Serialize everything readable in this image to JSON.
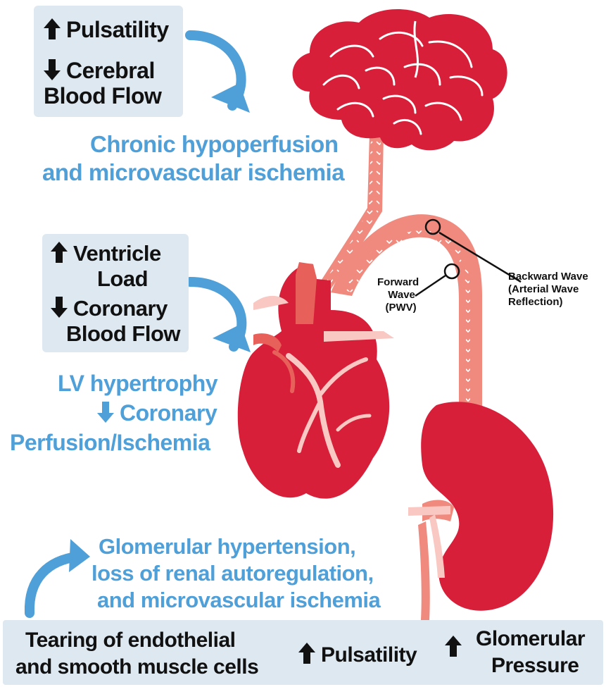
{
  "brain_box": {
    "line1": "Pulsatility",
    "line2": "Cerebral",
    "line3": "Blood Flow"
  },
  "brain_effect": {
    "line1": "Chronic hypoperfusion",
    "line2": "and microvascular ischemia"
  },
  "heart_box": {
    "line1": "Ventricle",
    "line2": "Load",
    "line3": "Coronary",
    "line4": "Blood Flow"
  },
  "heart_effect": {
    "line1": "LV hypertrophy",
    "line2": "Coronary",
    "line3": "Perfusion/Ischemia"
  },
  "waves": {
    "forward1": "Forward",
    "forward2": "Wave",
    "forward3": "(PWV)",
    "backward1": "Backward Wave",
    "backward2": "(Arterial Wave",
    "backward3": "Reflection)"
  },
  "kidney_effect": {
    "line1": "Glomerular hypertension,",
    "line2": "loss of renal autoregulation,",
    "line3": "and microvascular ischemia"
  },
  "bottom_box": {
    "tearing1": "Tearing of endothelial",
    "tearing2": "and smooth muscle cells",
    "pulsatility": "Pulsatility",
    "glom1": "Glomerular",
    "glom2": "Pressure"
  },
  "colors": {
    "organ_red": "#d81f3a",
    "vessel_pink": "#f08a7e",
    "accent_blue": "#4f9fd8",
    "box_fill": "#dde8f0"
  }
}
